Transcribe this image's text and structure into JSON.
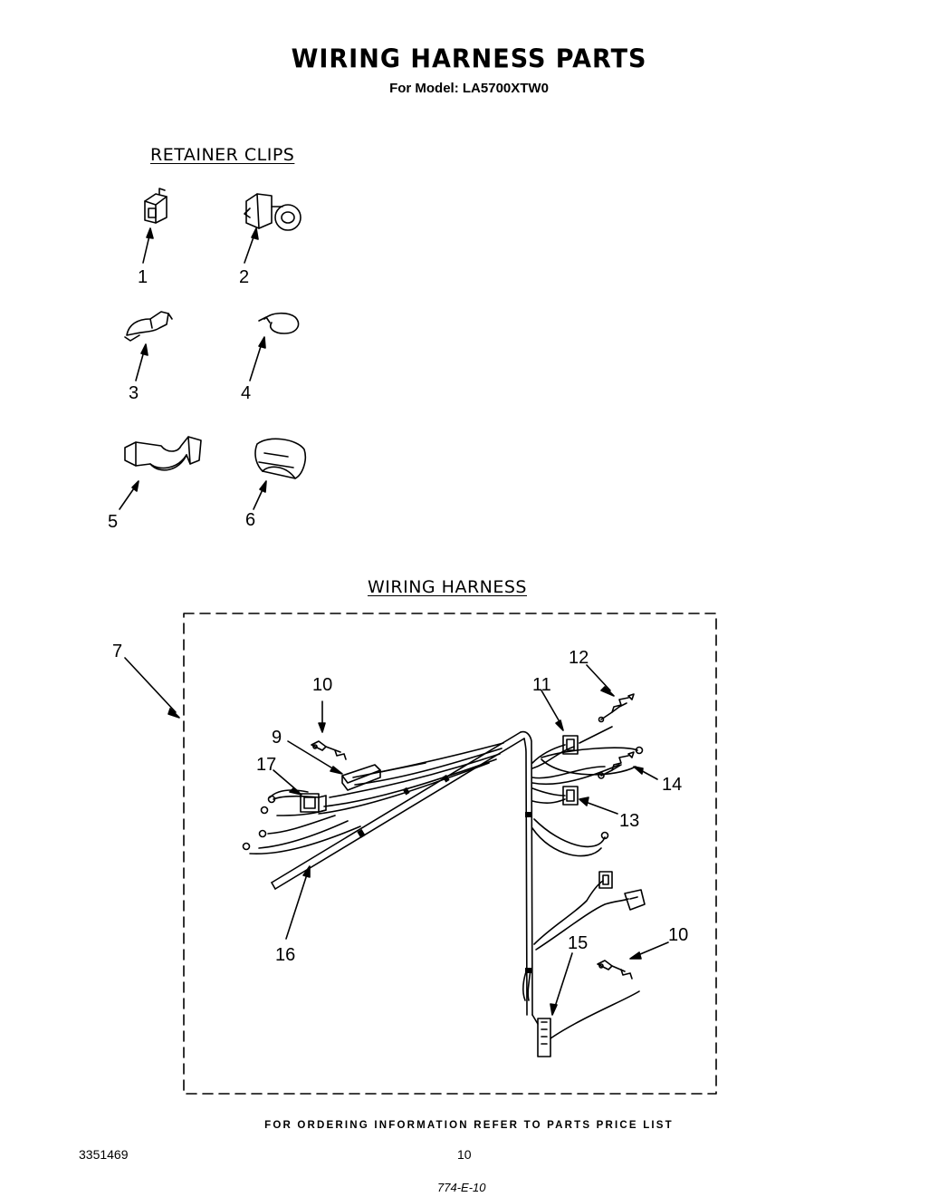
{
  "title": "WIRING HARNESS PARTS",
  "subtitle": "For Model: LA5700XTW0",
  "sections": {
    "retainer_clips": "RETAINER CLIPS",
    "wiring_harness": "WIRING HARNESS"
  },
  "callouts": {
    "c1": "1",
    "c2": "2",
    "c3": "3",
    "c4": "4",
    "c5": "5",
    "c6": "6",
    "c7": "7",
    "c9": "9",
    "c10a": "10",
    "c10b": "10",
    "c11": "11",
    "c12": "12",
    "c13": "13",
    "c14": "14",
    "c15": "15",
    "c16": "16",
    "c17": "17"
  },
  "footer": {
    "ordering_info": "FOR ORDERING INFORMATION REFER TO PARTS PRICE LIST",
    "document_number": "3351469",
    "page_number": "10",
    "handwritten_note": "774-E-10"
  }
}
